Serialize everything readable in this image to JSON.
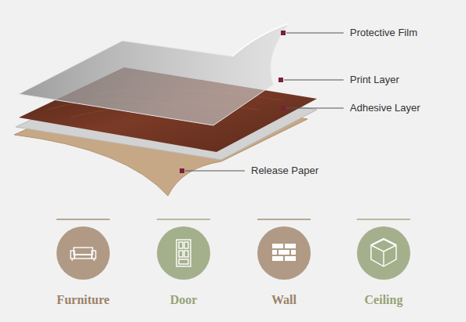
{
  "diagram": {
    "nodes": [
      {
        "text": [
          "Furniture"
        ]
      },
      {
        "text": [
          "Door"
        ]
      },
      {
        "text": [
          "Wall"
        ]
      },
      {
        "text": [
          "Ceiling"
        ]
      }
    ],
    "labels": [
      "Protective Film",
      "Print Layer",
      "Adhesive Layer",
      "Release Paper"
    ]
  }
}
